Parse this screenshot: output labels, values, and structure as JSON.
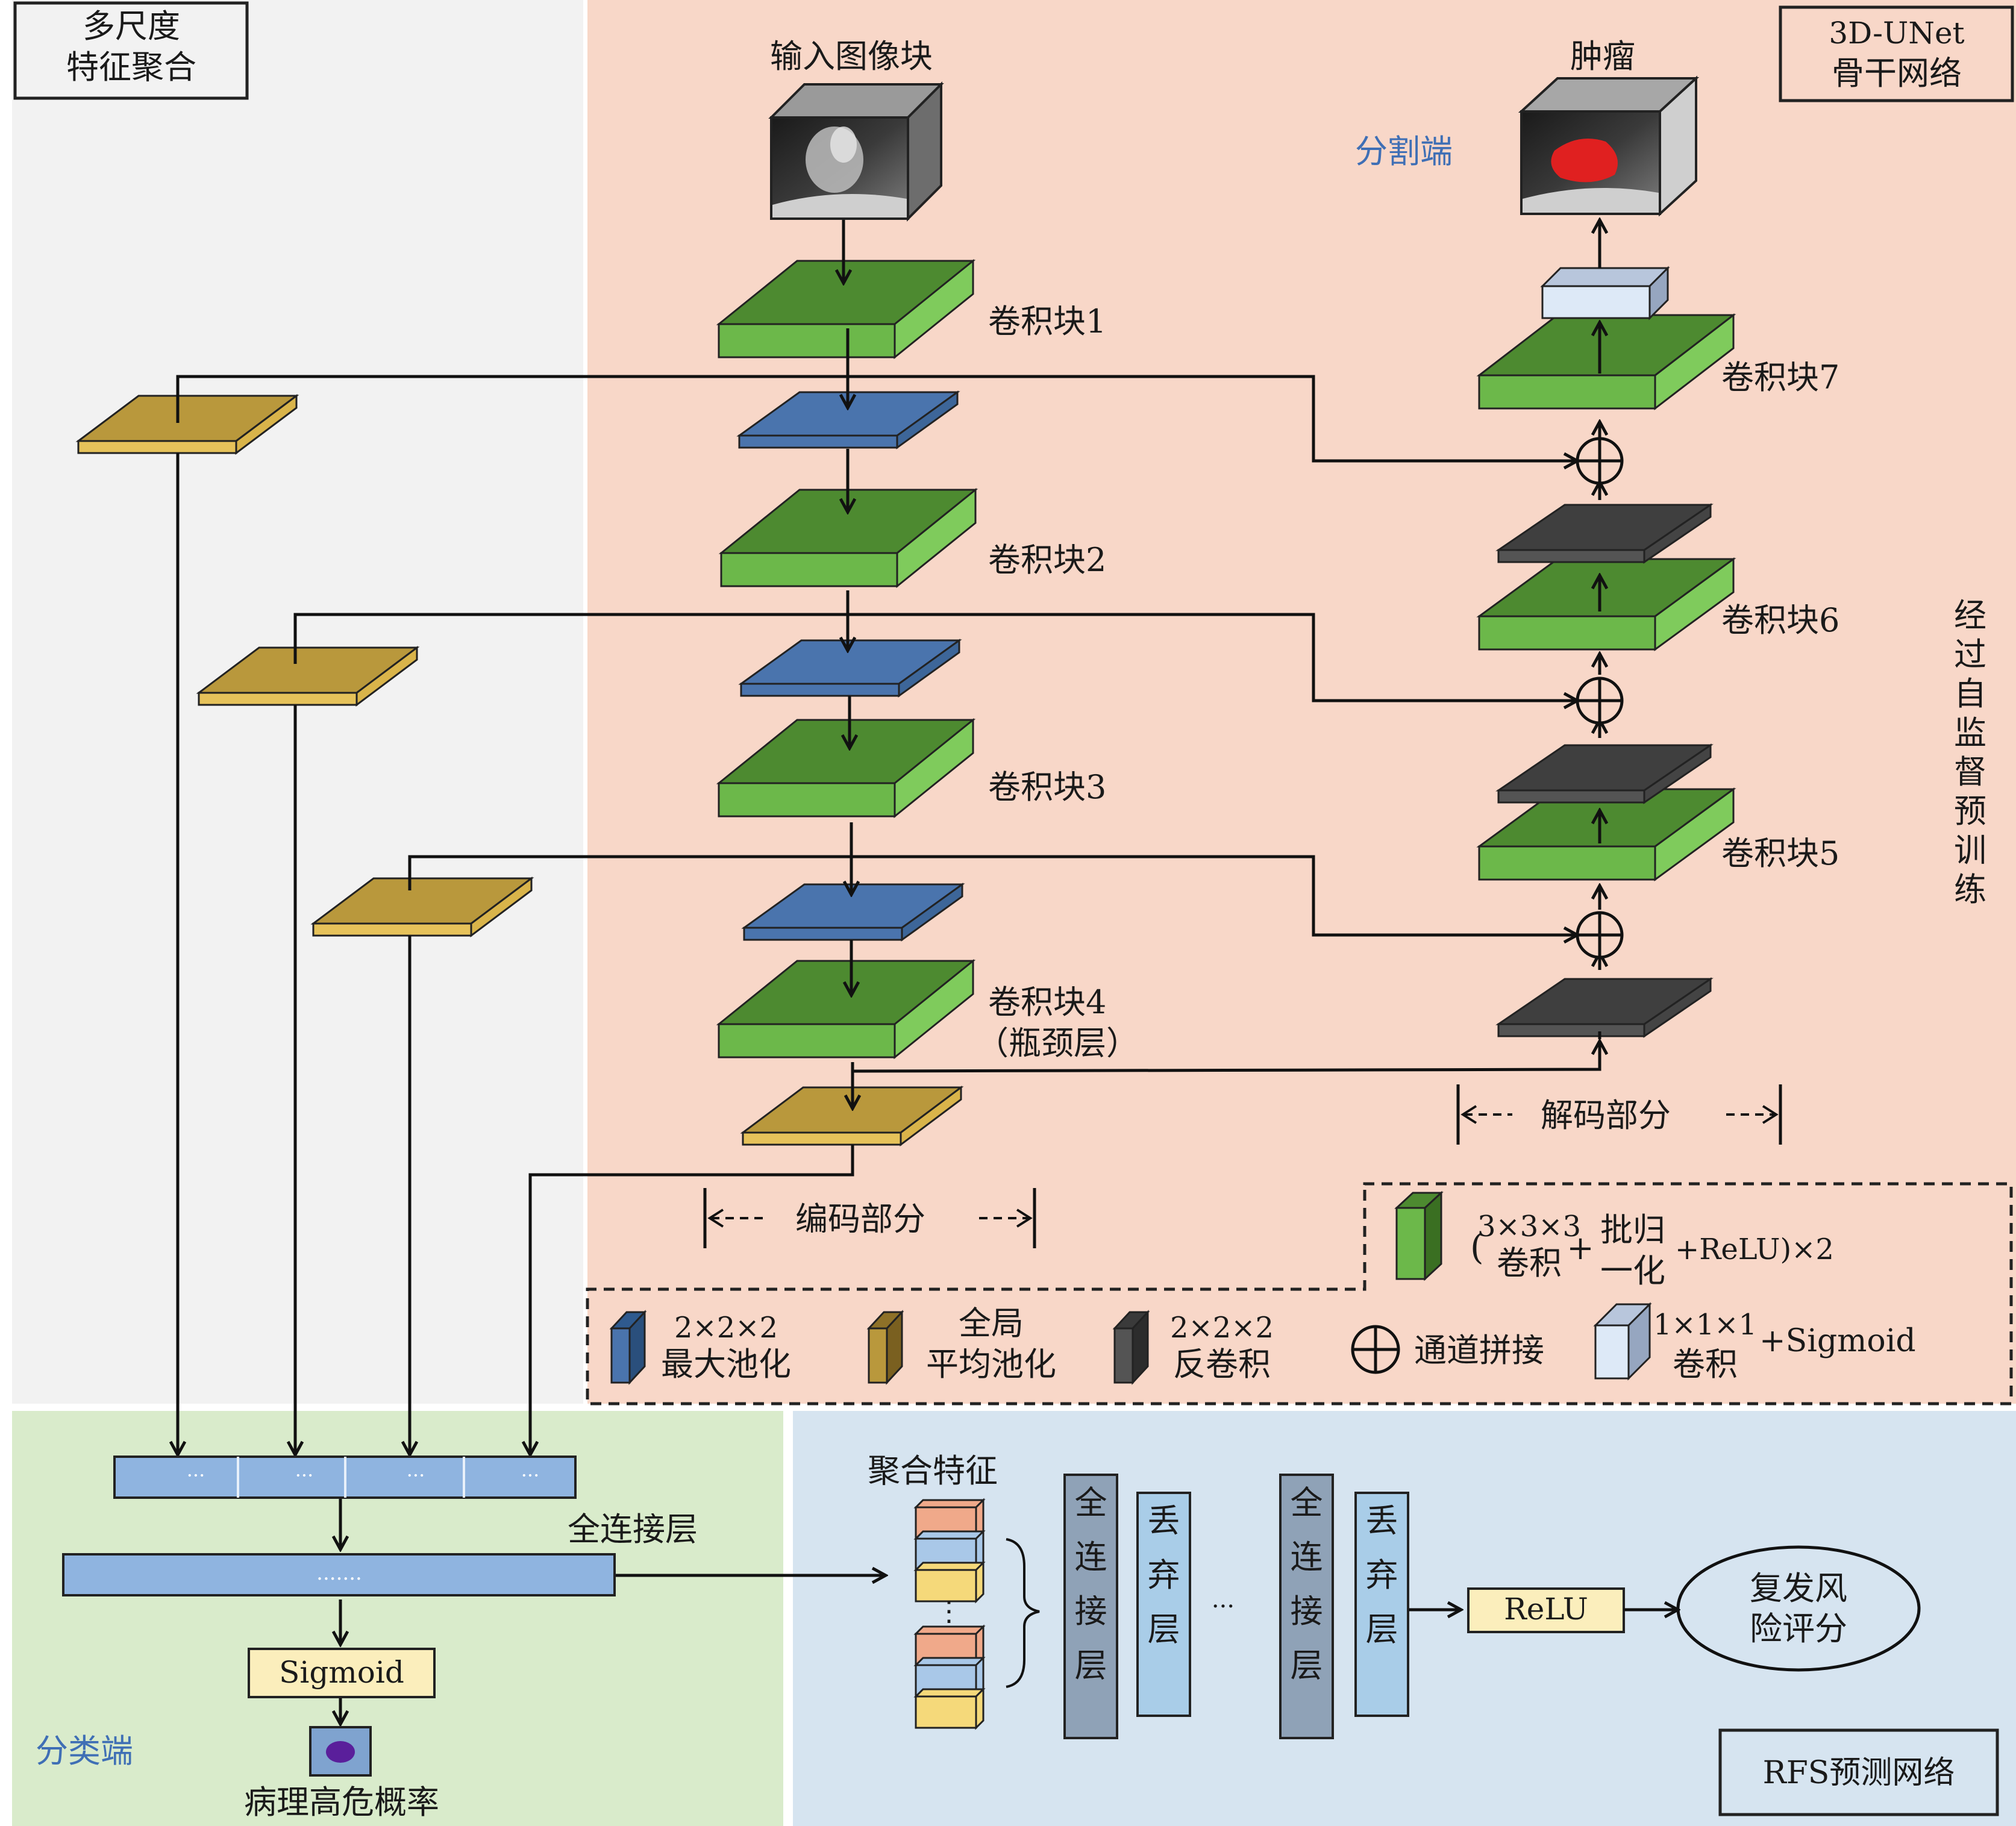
{
  "panels": {
    "multiscale": "多尺度\n特征聚合",
    "backbone": "3D-UNet\n骨干网络",
    "rfs_net": "RFS预测网络",
    "seg_end": "分割端",
    "cls_end": "分类端",
    "pretrain_vertical": "经过自监督预训练"
  },
  "unet": {
    "input_label": "输入图像块",
    "tumor_label": "肿瘤",
    "conv1": "卷积块1",
    "conv2": "卷积块2",
    "conv3": "卷积块3",
    "conv4": "卷积块4",
    "conv4_sub": "（瓶颈层）",
    "conv5": "卷积块5",
    "conv6": "卷积块6",
    "conv7": "卷积块7",
    "encoder": "编码部分",
    "decoder": "解码部分"
  },
  "legend": {
    "conv_a": "3×3×3",
    "conv_b": "卷积",
    "conv_c": "批归",
    "conv_d": "一化",
    "conv_e": "+ReLU)×2",
    "paren": "(",
    "plus": "+",
    "maxpool_a": "2×2×2",
    "maxpool_b": "最大池化",
    "gap_a": "全局",
    "gap_b": "平均池化",
    "deconv_a": "2×2×2",
    "deconv_b": "反卷积",
    "concat": "通道拼接",
    "conv1_a": "1×1×1",
    "conv1_b": "卷积",
    "sigmoid_tag": "+Sigmoid"
  },
  "classifier": {
    "dots": "···",
    "dots_long": ".......",
    "fc_label": "全连接层",
    "sigmoid": "Sigmoid",
    "prob_label": "病理高危概率"
  },
  "rfs": {
    "agg_label": "聚合特征",
    "fc": "全连接层",
    "dropout": "丢弃层",
    "ellipsis": "···",
    "vdots": "⋮",
    "relu": "ReLU",
    "risk": "复发风险评分"
  },
  "colors": {
    "panel_grey": "#f2f2f2",
    "panel_salmon": "#f8d7c8",
    "panel_green": "#d9ebcb",
    "panel_blue": "#d6e4f0",
    "conv_front": "#6cb84a",
    "conv_top": "#4d8a30",
    "pool_blue": "#4a74ad",
    "gap_gold": "#b9983c",
    "deconv_grey": "#545454",
    "fc_blue": "#8fb4e0"
  }
}
